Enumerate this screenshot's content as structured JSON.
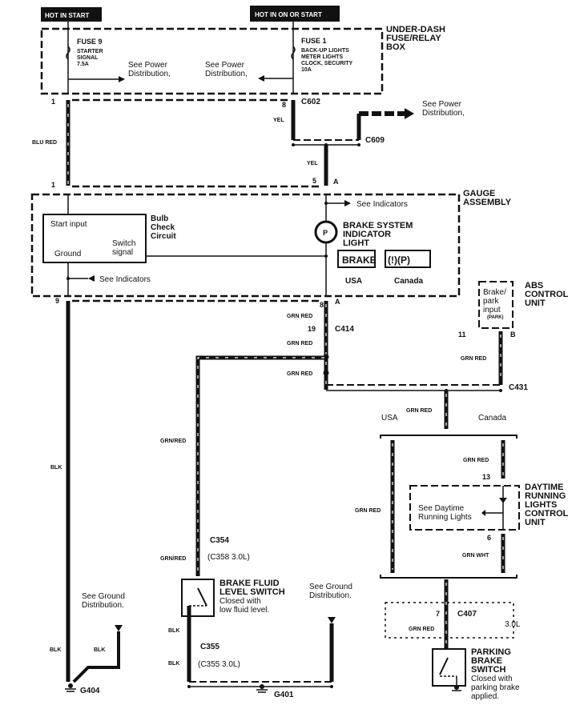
{
  "power": {
    "hot_in_start": "HOT IN START",
    "hot_in_on_or_start": "HOT IN ON OR START"
  },
  "fuse_box": {
    "label": [
      "UNDER-DASH",
      "FUSE/RELAY",
      "BOX"
    ],
    "fuse9": {
      "name": "FUSE 9",
      "desc": [
        "STARTER",
        "SIGNAL",
        "7.5A"
      ]
    },
    "fuse1": {
      "name": "FUSE 1",
      "desc": [
        "BACK-UP LIGHTS",
        "METER LIGHTS",
        "CLOCK, SECURITY",
        "10A"
      ]
    },
    "see_power": [
      "See Power",
      "Distribution,"
    ]
  },
  "connectors": {
    "c602": "C602",
    "c609": "C609",
    "c414": "C414",
    "c431": "C431",
    "c354": "C354",
    "c358": "(C358 3.0L)",
    "c355": "C355",
    "c355_30": "(C355 3.0L)",
    "c407": "C407",
    "g404": "G404",
    "g401": "G401"
  },
  "pins": {
    "p1": "1",
    "p8": "8",
    "p5": "5",
    "pA": "A",
    "p9": "9",
    "p19": "19",
    "p11": "11",
    "pB": "B",
    "p13": "13",
    "p6": "6",
    "p7": "7"
  },
  "wires": {
    "blu_red": "BLU RED",
    "yel": "YEL",
    "grn_red": "GRN RED",
    "grn_red_slash": "GRN/RED",
    "blk": "BLK",
    "grn_wht": "GRN WHT"
  },
  "gauge": {
    "label": [
      "GAUGE",
      "ASSEMBLY"
    ],
    "see_indicators": "See Indicators",
    "bulb_check": {
      "label": [
        "Bulb",
        "Check",
        "Circuit"
      ],
      "start_input": "Start input",
      "ground": "Ground",
      "switch_signal": [
        "Switch",
        "signal"
      ]
    },
    "brake_light": [
      "BRAKE SYSTEM",
      "INDICATOR",
      "LIGHT"
    ],
    "brake_symbol": "BRAKE",
    "canada_symbol": "(!)(P)",
    "usa": "USA",
    "canada": "Canada"
  },
  "abs": {
    "label": [
      "ABS",
      "CONTROL",
      "UNIT"
    ],
    "input": [
      "Brake/",
      "park",
      "input"
    ],
    "park": "(PARK)"
  },
  "branch": {
    "usa": "USA",
    "canada": "Canada"
  },
  "drl": {
    "label": [
      "DAYTIME",
      "RUNNING",
      "LIGHTS",
      "CONTROL",
      "UNIT"
    ],
    "see": [
      "See Daytime",
      "Running Lights"
    ]
  },
  "engine_30": "3.0L",
  "parking_switch": {
    "label": [
      "PARKING",
      "BRAKE",
      "SWITCH"
    ],
    "desc": [
      "Closed with",
      "parking brake",
      "applied."
    ]
  },
  "fluid_switch": {
    "label": [
      "BRAKE FLUID",
      "LEVEL SWITCH"
    ],
    "desc": [
      "Closed with",
      "low fluid level."
    ]
  },
  "see_ground": [
    "See Ground",
    "Distribution."
  ]
}
